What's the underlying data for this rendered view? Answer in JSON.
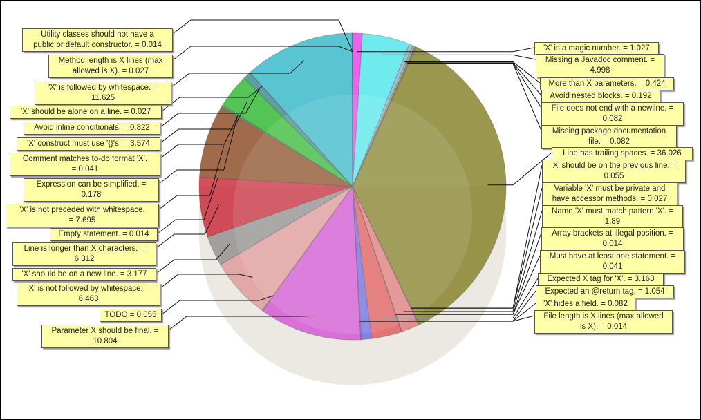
{
  "chart_data": {
    "type": "pie",
    "style": "3d-exploded-translucent",
    "title": "",
    "legend": "callout-labels",
    "slices": [
      {
        "label": "'X' is a magic number.",
        "value": 1.027,
        "color": "#e93fe9"
      },
      {
        "label": "Missing a Javadoc comment.",
        "value": 4.998,
        "color": "#4fe6ea"
      },
      {
        "label": "More than X parameters.",
        "value": 0.424,
        "color": "#8fb0c8"
      },
      {
        "label": "Avoid nested blocks.",
        "value": 0.192,
        "color": "#9ab07a"
      },
      {
        "label": "File does not end with a newline.",
        "value": 0.082,
        "color": "#b07050"
      },
      {
        "label": "Missing package documentation file.",
        "value": 0.082,
        "color": "#7aa0a0"
      },
      {
        "label": "Line has trailing spaces.",
        "value": 36.026,
        "color": "#848128"
      },
      {
        "label": "'X' should be on the previous line.",
        "value": 0.055,
        "color": "#c08080"
      },
      {
        "label": "Variable 'X' must be private and have accessor methods.",
        "value": 0.027,
        "color": "#a0a060"
      },
      {
        "label": "Name 'X' must match pattern 'X'.",
        "value": 1.89,
        "color": "#e07a7a"
      },
      {
        "label": "Array brackets at illegal position.",
        "value": 0.014,
        "color": "#909090"
      },
      {
        "label": "Must have at least one statement.",
        "value": 0.041,
        "color": "#d08080"
      },
      {
        "label": "Expected X tag for 'X'.",
        "value": 3.163,
        "color": "#e05a5a"
      },
      {
        "label": "Expected an @return tag.",
        "value": 1.054,
        "color": "#6a6ae8"
      },
      {
        "label": "'X' hides a field.",
        "value": 0.082,
        "color": "#c060c0"
      },
      {
        "label": "File length is X lines (max allowed is X).",
        "value": 0.014,
        "color": "#c85ac8"
      },
      {
        "label": "Parameter X should be final.",
        "value": 10.804,
        "color": "#d456d4"
      },
      {
        "label": "TODO",
        "value": 0.055,
        "color": "#c0a0a0"
      },
      {
        "label": "'X' is not followed by whitespace.",
        "value": 6.463,
        "color": "#de9a9a"
      },
      {
        "label": "'X' should be on a new line.",
        "value": 3.177,
        "color": "#909090"
      },
      {
        "label": "Line is longer than X characters.",
        "value": 6.312,
        "color": "#c82838"
      },
      {
        "label": "Empty statement.",
        "value": 0.014,
        "color": "#a07060"
      },
      {
        "label": "'X' is not preceded with whitespace.",
        "value": 7.695,
        "color": "#8a4a22"
      },
      {
        "label": "Expression can be simplified.",
        "value": 0.178,
        "color": "#3a9a5a"
      },
      {
        "label": "Comment matches to-do format 'X'.",
        "value": 0.041,
        "color": "#60a060"
      },
      {
        "label": "'X' construct must use '{}'s.",
        "value": 3.574,
        "color": "#2eb82e"
      },
      {
        "label": "Avoid inline conditionals.",
        "value": 0.822,
        "color": "#3a8a8a"
      },
      {
        "label": "'X' should be alone on a line.",
        "value": 0.027,
        "color": "#606090"
      },
      {
        "label": "'X' is followed by whitespace.",
        "value": 11.625,
        "color": "#35b8c8"
      },
      {
        "label": "Method length is X lines (max allowed is X).",
        "value": 0.027,
        "color": "#5050a0"
      },
      {
        "label": "Utility classes should not have a public or default constructor.",
        "value": 0.014,
        "color": "#6060c0"
      }
    ]
  },
  "labels_left": [
    {
      "line1": "Utility classes should not have a",
      "line2": "public or default constructor. = 0.014"
    },
    {
      "line1": "Method length is X lines (max",
      "line2": "allowed is X). = 0.027"
    },
    {
      "line1": "'X' is followed by whitespace. =",
      "line2": "11.625"
    },
    {
      "line1": "'X' should be alone on a line. = 0.027",
      "line2": ""
    },
    {
      "line1": "Avoid inline conditionals. = 0.822",
      "line2": ""
    },
    {
      "line1": "'X' construct must use '{}'s. = 3.574",
      "line2": ""
    },
    {
      "line1": "Comment matches to-do format 'X'.",
      "line2": "= 0.041"
    },
    {
      "line1": "Expression can be simplified. =",
      "line2": "0.178"
    },
    {
      "line1": "'X' is not preceded with whitespace.",
      "line2": "= 7.695"
    },
    {
      "line1": "Empty statement. = 0.014",
      "line2": ""
    },
    {
      "line1": "Line is longer than X characters. =",
      "line2": "6.312"
    },
    {
      "line1": "'X' should be on a new line. = 3.177",
      "line2": ""
    },
    {
      "line1": "'X' is not followed by whitespace. =",
      "line2": "6.463"
    },
    {
      "line1": "TODO = 0.055",
      "line2": ""
    },
    {
      "line1": "Parameter X should be final. =",
      "line2": "10.804"
    }
  ],
  "labels_right": [
    {
      "line1": "'X' is a magic number. = 1.027",
      "line2": ""
    },
    {
      "line1": "Missing a Javadoc comment. =",
      "line2": "4.998"
    },
    {
      "line1": "More than X parameters. = 0.424",
      "line2": ""
    },
    {
      "line1": "Avoid nested blocks. = 0.192",
      "line2": ""
    },
    {
      "line1": "File does not end with a newline. =",
      "line2": "0.082"
    },
    {
      "line1": "Missing package documentation",
      "line2": "file. = 0.082"
    },
    {
      "line1": "Line has trailing spaces. = 36.026",
      "line2": ""
    },
    {
      "line1": "'X' should be on the previous line. =",
      "line2": "0.055"
    },
    {
      "line1": "Variable 'X' must be private and",
      "line2": "have accessor methods. = 0.027"
    },
    {
      "line1": "Name 'X' must match pattern 'X'. =",
      "line2": "1.89"
    },
    {
      "line1": "Array brackets at illegal position. =",
      "line2": "0.014"
    },
    {
      "line1": "Must have at least one statement. =",
      "line2": "0.041"
    },
    {
      "line1": "Expected X tag for 'X'. = 3.163",
      "line2": ""
    },
    {
      "line1": "Expected an @return tag. = 1.054",
      "line2": ""
    },
    {
      "line1": "'X' hides a field. = 0.082",
      "line2": ""
    },
    {
      "line1": "File length is X lines (max allowed",
      "line2": "is X). = 0.014"
    }
  ]
}
